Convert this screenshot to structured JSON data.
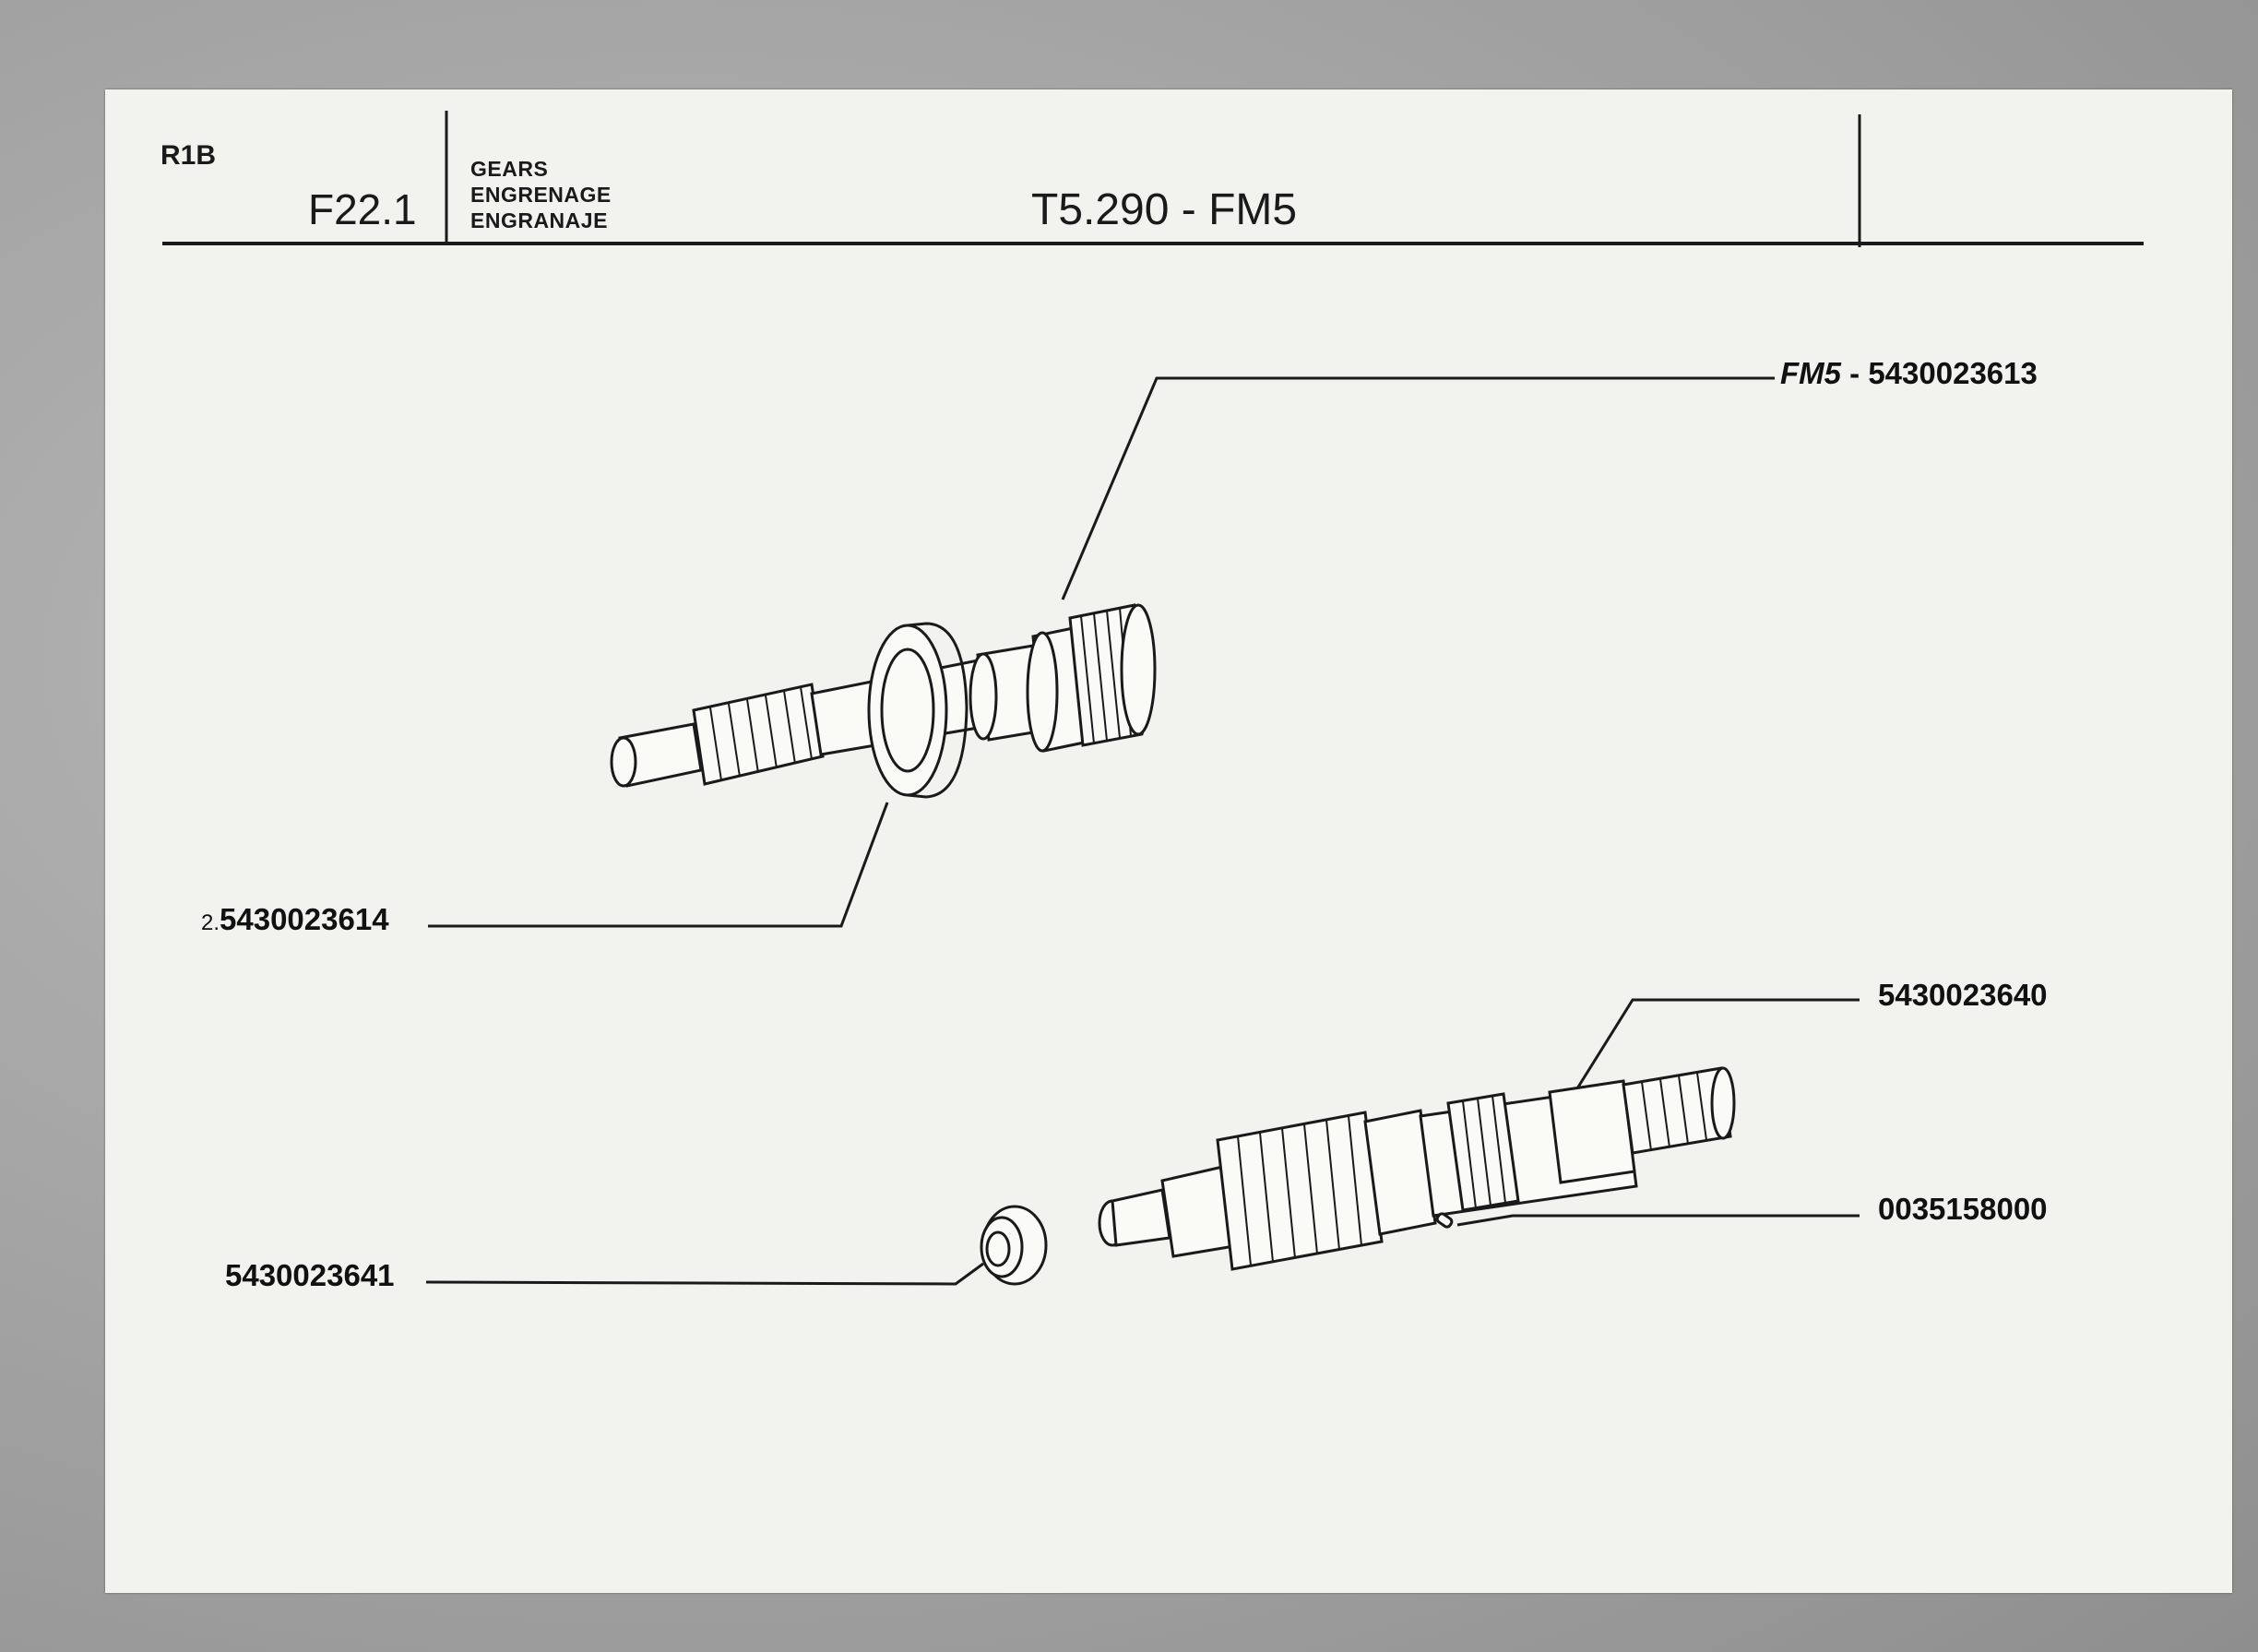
{
  "header": {
    "section_code": "R1B",
    "figure_code": "F22.1",
    "languages": [
      "GEARS",
      "ENGRENAGE",
      "ENGRANAJE"
    ],
    "model": "T5.290 - FM5"
  },
  "parts": [
    {
      "id": "input-shaft",
      "prefix": "FM5",
      "separator": " - ",
      "number": "5430023613"
    },
    {
      "id": "bearing",
      "prefix": "2.",
      "separator": "",
      "number": "5430023614"
    },
    {
      "id": "mainshaft",
      "prefix": "",
      "separator": "",
      "number": "5430023640"
    },
    {
      "id": "pin",
      "prefix": "",
      "separator": "",
      "number": "0035158000"
    },
    {
      "id": "roller-bearing",
      "prefix": "",
      "separator": "",
      "number": "5430023641"
    }
  ]
}
